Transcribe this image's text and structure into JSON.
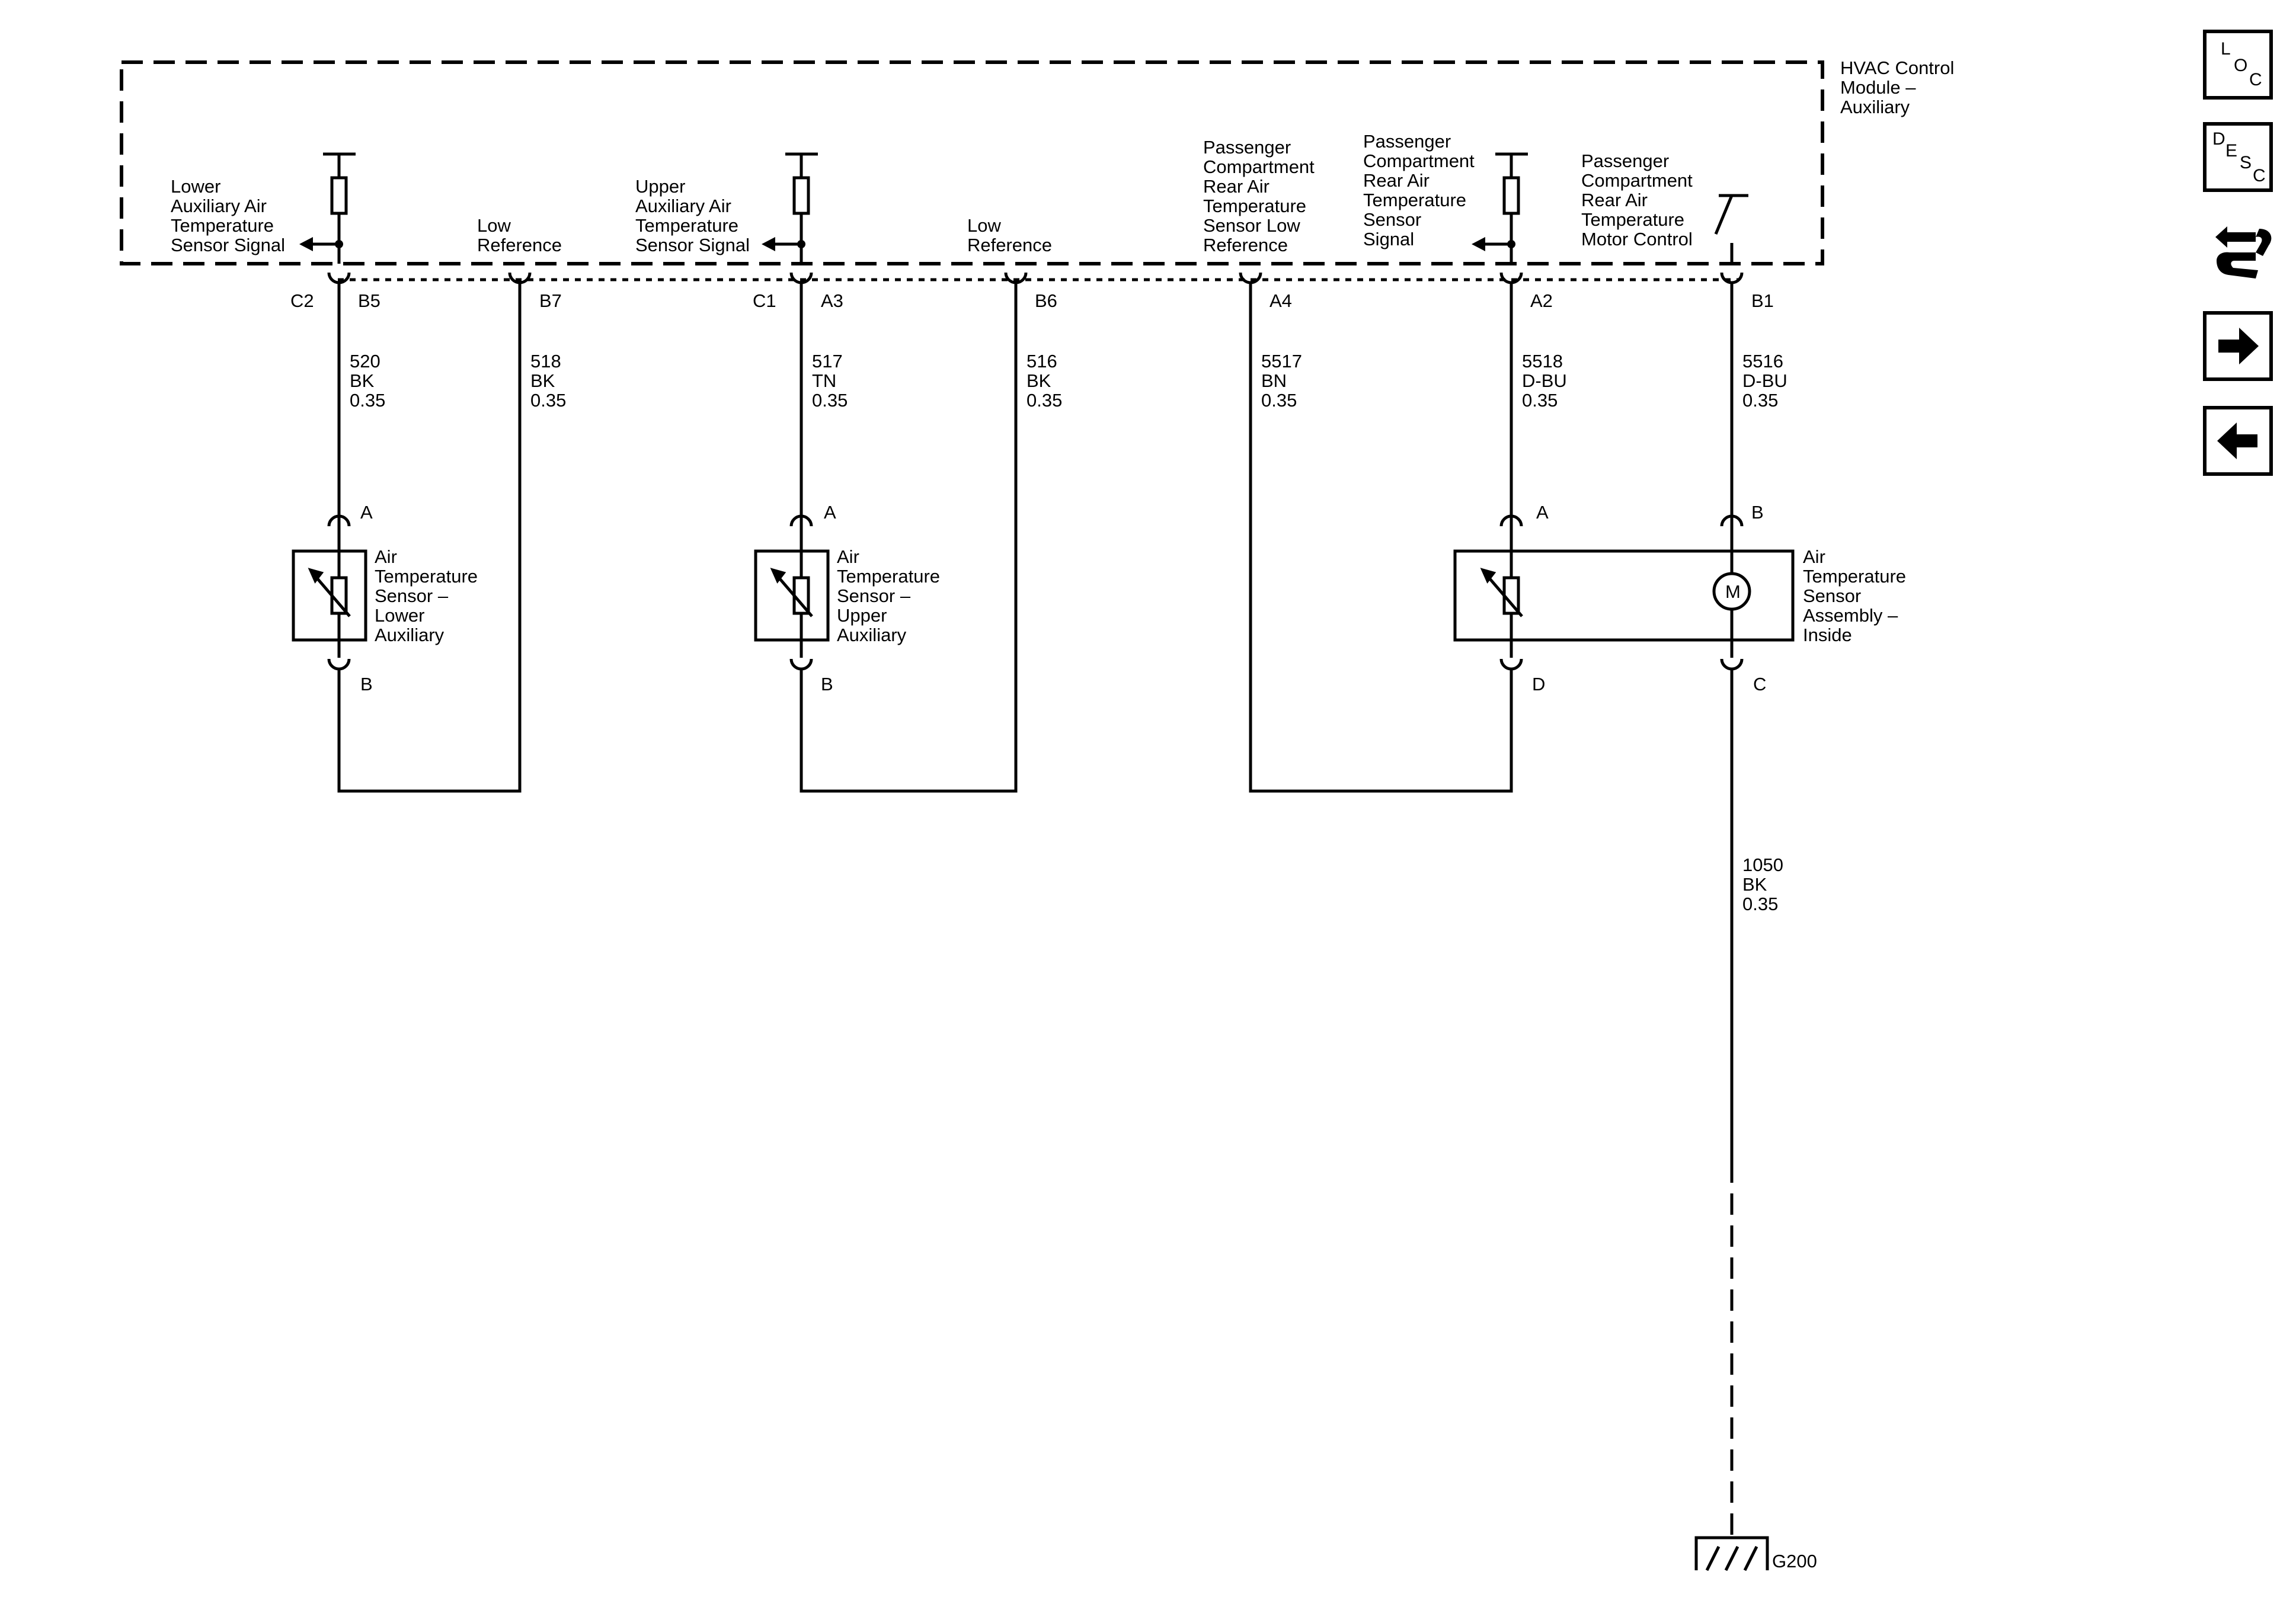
{
  "module": {
    "name": "HVAC Control Module – Auxiliary",
    "title_lines": [
      "HVAC Control",
      "Module –",
      "Auxiliary"
    ]
  },
  "module_labels": {
    "lower_signal": [
      "Lower",
      "Auxiliary Air",
      "Temperature",
      "Sensor Signal"
    ],
    "low_ref_1": [
      "Low",
      "Reference"
    ],
    "upper_signal": [
      "Upper",
      "Auxiliary Air",
      "Temperature",
      "Sensor Signal"
    ],
    "low_ref_2": [
      "Low",
      "Reference"
    ],
    "pass_low_ref": [
      "Passenger",
      "Compartment",
      "Rear Air",
      "Temperature",
      "Sensor Low",
      "Reference"
    ],
    "pass_signal": [
      "Passenger",
      "Compartment",
      "Rear Air",
      "Temperature",
      "Sensor",
      "Signal"
    ],
    "pass_motor": [
      "Passenger",
      "Compartment",
      "Rear Air",
      "Temperature",
      "Motor Control"
    ]
  },
  "connectors": {
    "c2": "C2",
    "c1": "C1"
  },
  "pins": {
    "b5": "B5",
    "b7": "B7",
    "a3": "A3",
    "b6": "B6",
    "a4": "A4",
    "a2": "A2",
    "b1": "B1"
  },
  "wires": [
    {
      "circuit": "520",
      "color": "BK",
      "gauge": "0.35"
    },
    {
      "circuit": "518",
      "color": "BK",
      "gauge": "0.35"
    },
    {
      "circuit": "517",
      "color": "TN",
      "gauge": "0.35"
    },
    {
      "circuit": "516",
      "color": "BK",
      "gauge": "0.35"
    },
    {
      "circuit": "5517",
      "color": "BN",
      "gauge": "0.35"
    },
    {
      "circuit": "5518",
      "color": "D-BU",
      "gauge": "0.35"
    },
    {
      "circuit": "5516",
      "color": "D-BU",
      "gauge": "0.35"
    },
    {
      "circuit": "1050",
      "color": "BK",
      "gauge": "0.35"
    }
  ],
  "components": {
    "lower": {
      "lines": [
        "Air",
        "Temperature",
        "Sensor –",
        "Lower",
        "Auxiliary"
      ],
      "pin_top": "A",
      "pin_bottom": "B"
    },
    "upper": {
      "lines": [
        "Air",
        "Temperature",
        "Sensor –",
        "Upper",
        "Auxiliary"
      ],
      "pin_top": "A",
      "pin_bottom": "B"
    },
    "inside": {
      "lines": [
        "Air",
        "Temperature",
        "Sensor",
        "Assembly –",
        "Inside"
      ],
      "pins": [
        "A",
        "B",
        "D",
        "C"
      ],
      "motor": "M"
    }
  },
  "ground": {
    "label": "G200"
  },
  "nav": {
    "loc": {
      "l": "L",
      "o": "O",
      "c": "C"
    },
    "desc": {
      "d": "D",
      "e": "E",
      "s": "S",
      "c": "C"
    },
    "icons": [
      "connector-swap-icon",
      "arrow-right-icon",
      "arrow-left-icon"
    ]
  }
}
